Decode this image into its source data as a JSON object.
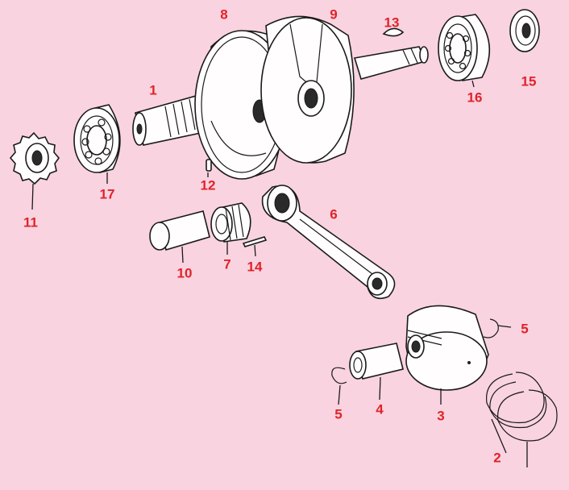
{
  "colors": {
    "background": "#f9d3df",
    "label": "#e0222a",
    "line": "#1a1a1a"
  },
  "labels": {
    "l1": "1",
    "l2": "2",
    "l3": "3",
    "l4": "4",
    "l5a": "5",
    "l5b": "5",
    "l6": "6",
    "l7": "7",
    "l8": "8",
    "l9": "9",
    "l10": "10",
    "l11": "11",
    "l12": "12",
    "l13": "13",
    "l14": "14",
    "l15": "15",
    "l16": "16",
    "l17": "17"
  },
  "parts": [
    {
      "id": "1",
      "name": "crankshaft-drive-end"
    },
    {
      "id": "2",
      "name": "piston-rings"
    },
    {
      "id": "3",
      "name": "piston"
    },
    {
      "id": "4",
      "name": "piston-pin"
    },
    {
      "id": "5",
      "name": "circlip"
    },
    {
      "id": "6",
      "name": "connecting-rod"
    },
    {
      "id": "7",
      "name": "needle-bearing"
    },
    {
      "id": "8",
      "name": "flywheel-left"
    },
    {
      "id": "9",
      "name": "flywheel-right"
    },
    {
      "id": "10",
      "name": "crank-pin"
    },
    {
      "id": "11",
      "name": "sprocket"
    },
    {
      "id": "12",
      "name": "small-key"
    },
    {
      "id": "13",
      "name": "woodruff-key"
    },
    {
      "id": "14",
      "name": "needle-pin"
    },
    {
      "id": "15",
      "name": "oil-seal"
    },
    {
      "id": "16",
      "name": "ball-bearing-right"
    },
    {
      "id": "17",
      "name": "ball-bearing-left"
    }
  ]
}
